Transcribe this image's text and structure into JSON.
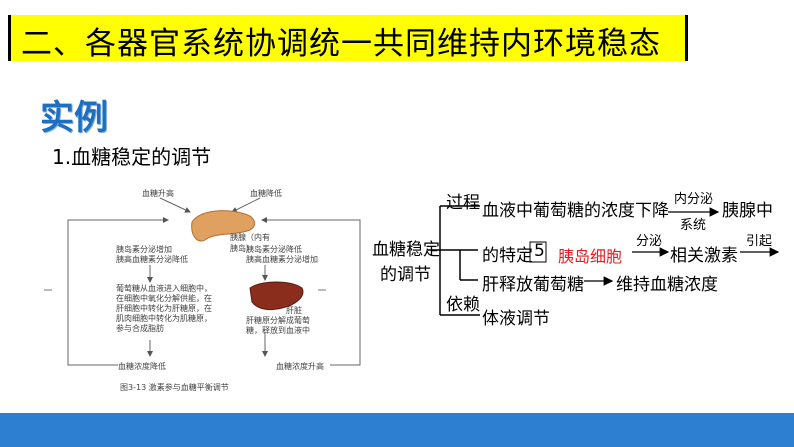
{
  "title": "二、各器官系统协调统一共同维持内环境稳态",
  "example_heading": "实例",
  "subtitle": "1.血糖稳定的调节",
  "figure": {
    "label_high": "血糖升高",
    "label_low": "血糖降低",
    "pancreas": "胰腺（内有胰岛）",
    "left_effect_1": "胰岛素分泌增加",
    "left_effect_2": "胰高血糖素分泌降低",
    "right_effect_1": "胰岛素分泌降低",
    "right_effect_2": "胰高血糖素分泌增加",
    "left_desc": [
      "葡萄糖从血液进入细胞中，",
      "在细胞中氧化分解供能，在",
      "肝细胞中转化为肝糖原，在",
      "肌肉细胞中转化为肌糖原，",
      "参与合成脂肪"
    ],
    "liver": "肝脏",
    "right_desc": [
      "肝糖原分解成葡萄",
      "糖，释放到血液中"
    ],
    "bottom_low": "血糖浓度降低",
    "bottom_high": "血糖浓度升高",
    "caption": "图3-13  激素参与血糖平衡调节"
  },
  "diagram": {
    "root_line1": "血糖稳定",
    "root_line2": "的调节",
    "process": "过程",
    "rely": "依赖",
    "row1_text": "血液中葡萄糖的浓度下降",
    "arrow1_top": "内分泌",
    "arrow1_bottom": "系统",
    "row1_end": "胰腺中",
    "row2_start": "的特定",
    "box_num": "5",
    "answer": "胰岛细胞",
    "arrow2_top": "分泌",
    "row2_mid": "相关激素",
    "arrow3_top": "引起",
    "row3_start": "肝释放葡萄糖",
    "row3_end": "维持血糖浓度",
    "row4": "体液调节"
  }
}
